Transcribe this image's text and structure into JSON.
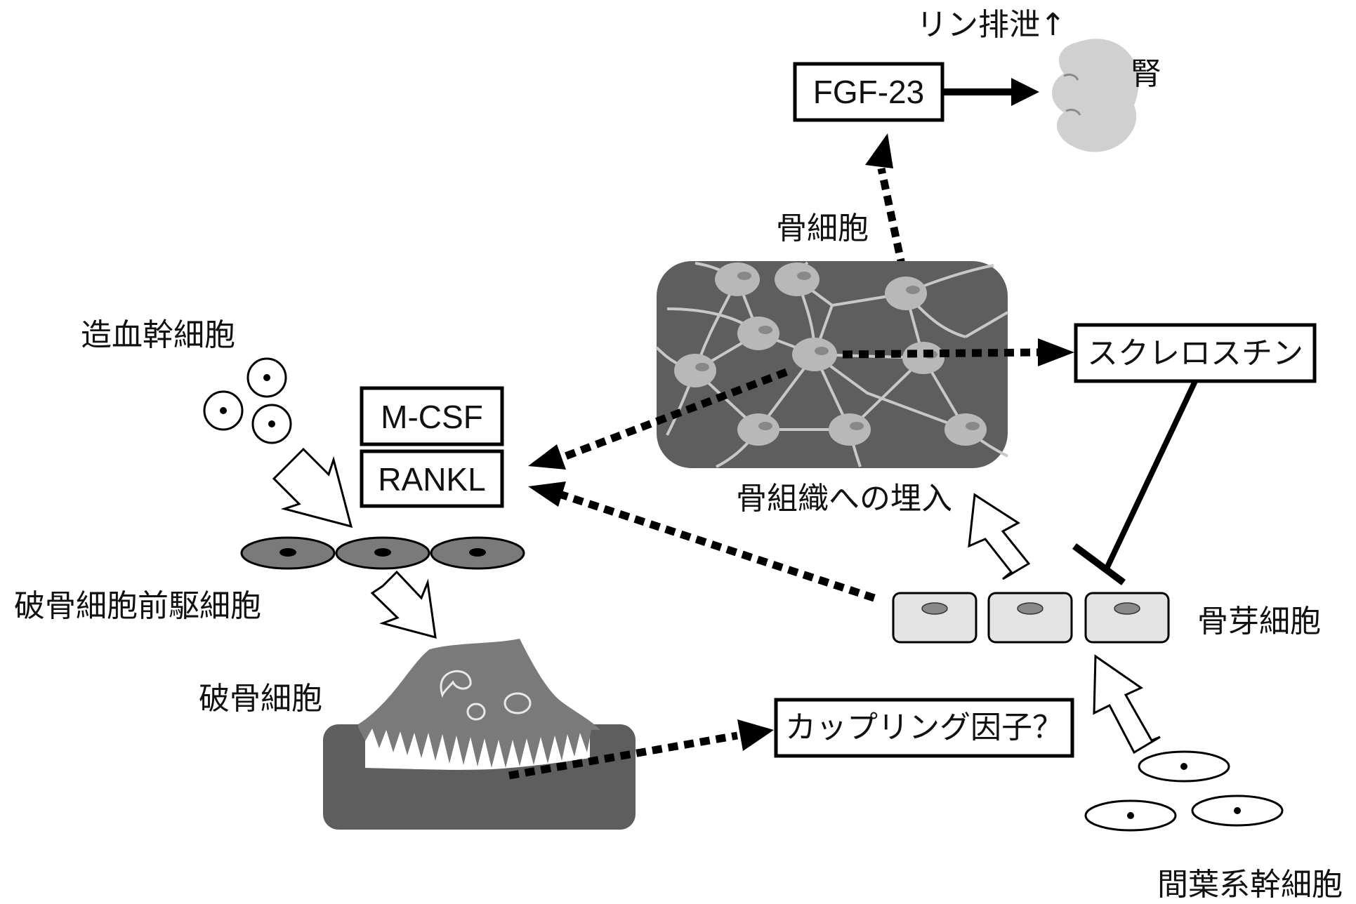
{
  "labels": {
    "phosphate_excretion": "リン排泄↑",
    "kidney": "腎",
    "osteocyte": "骨細胞",
    "hsc": "造血幹細胞",
    "osteoclast_precursor": "破骨細胞前駆細胞",
    "osteoclast": "破骨細胞",
    "embedding": "骨組織への埋入",
    "osteoblast": "骨芽細胞",
    "msc": "間葉系幹細胞"
  },
  "boxes": {
    "fgf23": "FGF-23",
    "mcsf": "M-CSF",
    "rankl": "RANKL",
    "sclerostin": "スクレロスチン",
    "coupling": "カップリング因子？"
  },
  "colors": {
    "tissue": "#5e5e5e",
    "cell": "#b8b8b8",
    "process": "#c8c8c8",
    "precursor": "#7a7a7a",
    "osteoblast": "#e3e3e3",
    "kidney": "#cfcfcf",
    "ink": "#000000"
  }
}
